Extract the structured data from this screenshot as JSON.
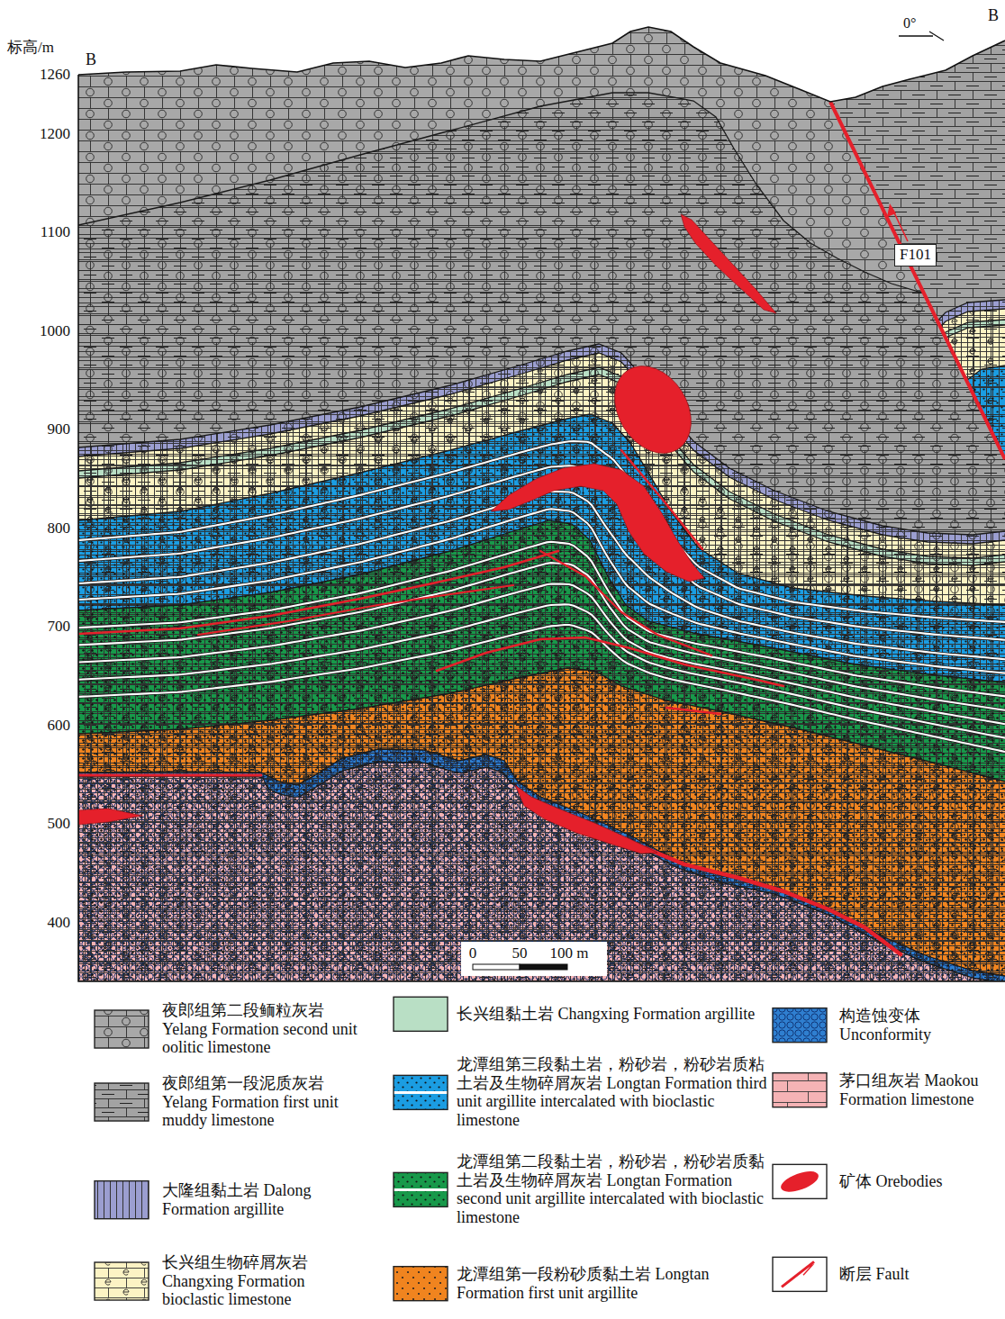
{
  "diagram": {
    "nodes": [
      {
        "text": [
          "F101"
        ]
      }
    ],
    "labels": [
      "标高/m",
      "B",
      "B",
      "0°",
      "1260",
      "1200",
      "1100",
      "1000",
      "900",
      "800",
      "700",
      "600",
      "500",
      "400",
      "0",
      "50",
      "100 m"
    ],
    "legend": [
      {
        "text": "夜郎组第二段鲕粒灰岩 Yelang Formation second unit oolitic limestone",
        "color": "#a8a8a8"
      },
      {
        "text": "夜郎组第一段泥质灰岩 Yelang Formation first unit muddy limestone",
        "color": "#a3a3a3"
      },
      {
        "text": "大隆组黏土岩 Dalong Formation argillite",
        "color": "#9b9ed0"
      },
      {
        "text": "长兴组生物碎屑灰岩 Changxing Formation bioclastic limestone",
        "color": "#fcf3c4"
      },
      {
        "text": "长兴组黏土岩 Changxing Formation argillite",
        "color": "#b9dfc5"
      },
      {
        "text": "龙潭组第三段黏土岩，粉砂岩，粉砂岩质粘土岩及生物碎屑灰岩 Longtan Formation third unit argillite intercalated with bioclastic limestone",
        "color": "#1b9de2"
      },
      {
        "text": "龙潭组第二段黏土岩，粉砂岩，粉砂岩质黏土岩及生物碎屑灰岩 Longtan Formation second unit argillite intercalated with bioclastic limestone",
        "color": "#17994a"
      },
      {
        "text": "龙潭组第一段粉砂质黏土岩 Longtan Formation first unit argillite",
        "color": "#f0841f"
      },
      {
        "text": "构造蚀变体 Unconformity",
        "color": "#2f7fd0"
      },
      {
        "text": "茅口组灰岩 Maokou Formation limestone",
        "color": "#f5b3b5"
      },
      {
        "text": "矿体 Orebodies",
        "color": "#e5202b"
      },
      {
        "text": "断层 Fault"
      }
    ]
  }
}
